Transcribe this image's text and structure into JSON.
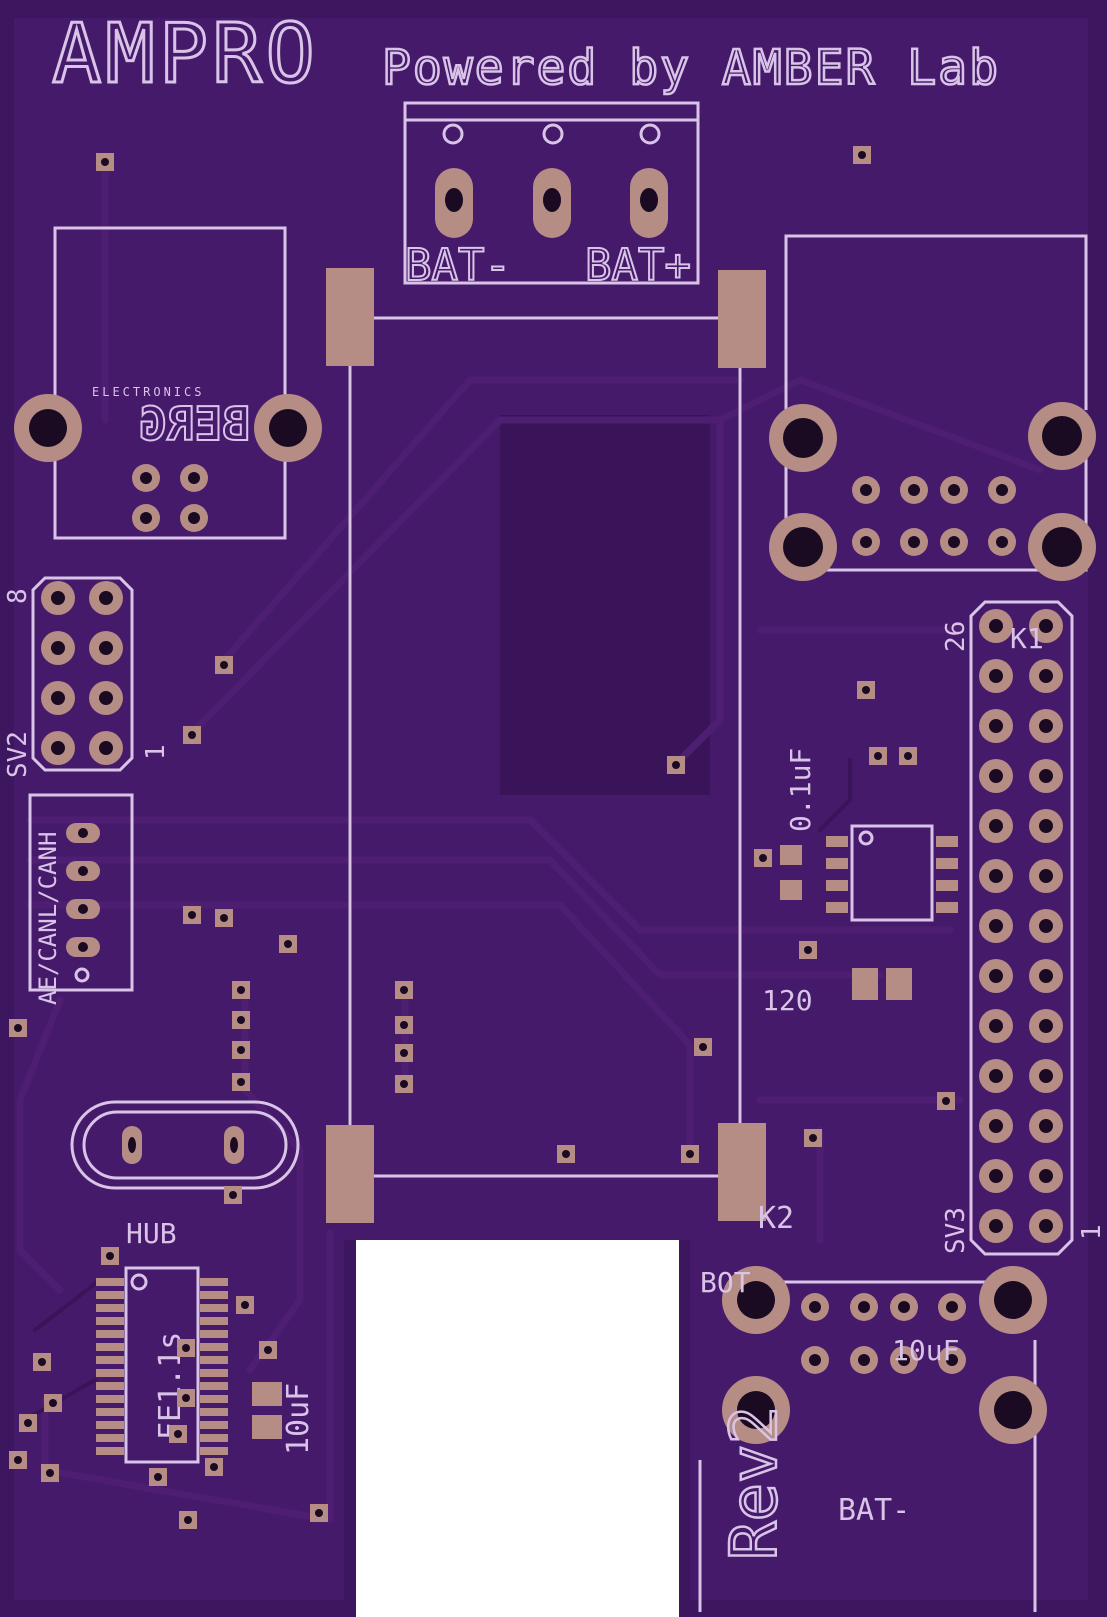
{
  "colors": {
    "board": "#3d1660",
    "board_edge": "#2a0c44",
    "pour": "#451a6a",
    "silkscreen": "#d9c4e8",
    "copper_pad": "#b58d84",
    "cutout": "#ffffff"
  },
  "title": {
    "main": "AMPRO",
    "subtitle": "Powered by AMBER Lab"
  },
  "labels": {
    "bat_minus_top": "BAT-",
    "bat_plus_top": "BAT+",
    "berg_small": "ELECTRONICS",
    "berg_logo": "BERG",
    "sv2_name": "SV2",
    "sv2_pin_8": "8",
    "sv2_pin_1": "1",
    "can_header": "AE/CANL/CANH",
    "cap_01uf": "0.1uF",
    "res_120": "120",
    "k1": "K1",
    "k1_pin_26": "26",
    "sv3_name": "SV3",
    "sv3_pin_1": "1",
    "k2": "K2",
    "hub": "HUB",
    "ic_label": "FE1.1s",
    "cap_10uf": "10uF",
    "bot_label": "BOT",
    "cap_10uf_b": "10uF",
    "rev": "Rev2",
    "bat_minus_bottom": "BAT-"
  },
  "icons": {
    "berg": "berg-logo-icon",
    "crystal": "crystal-oscillator-icon",
    "mounting_hole": "mounting-hole-icon"
  }
}
